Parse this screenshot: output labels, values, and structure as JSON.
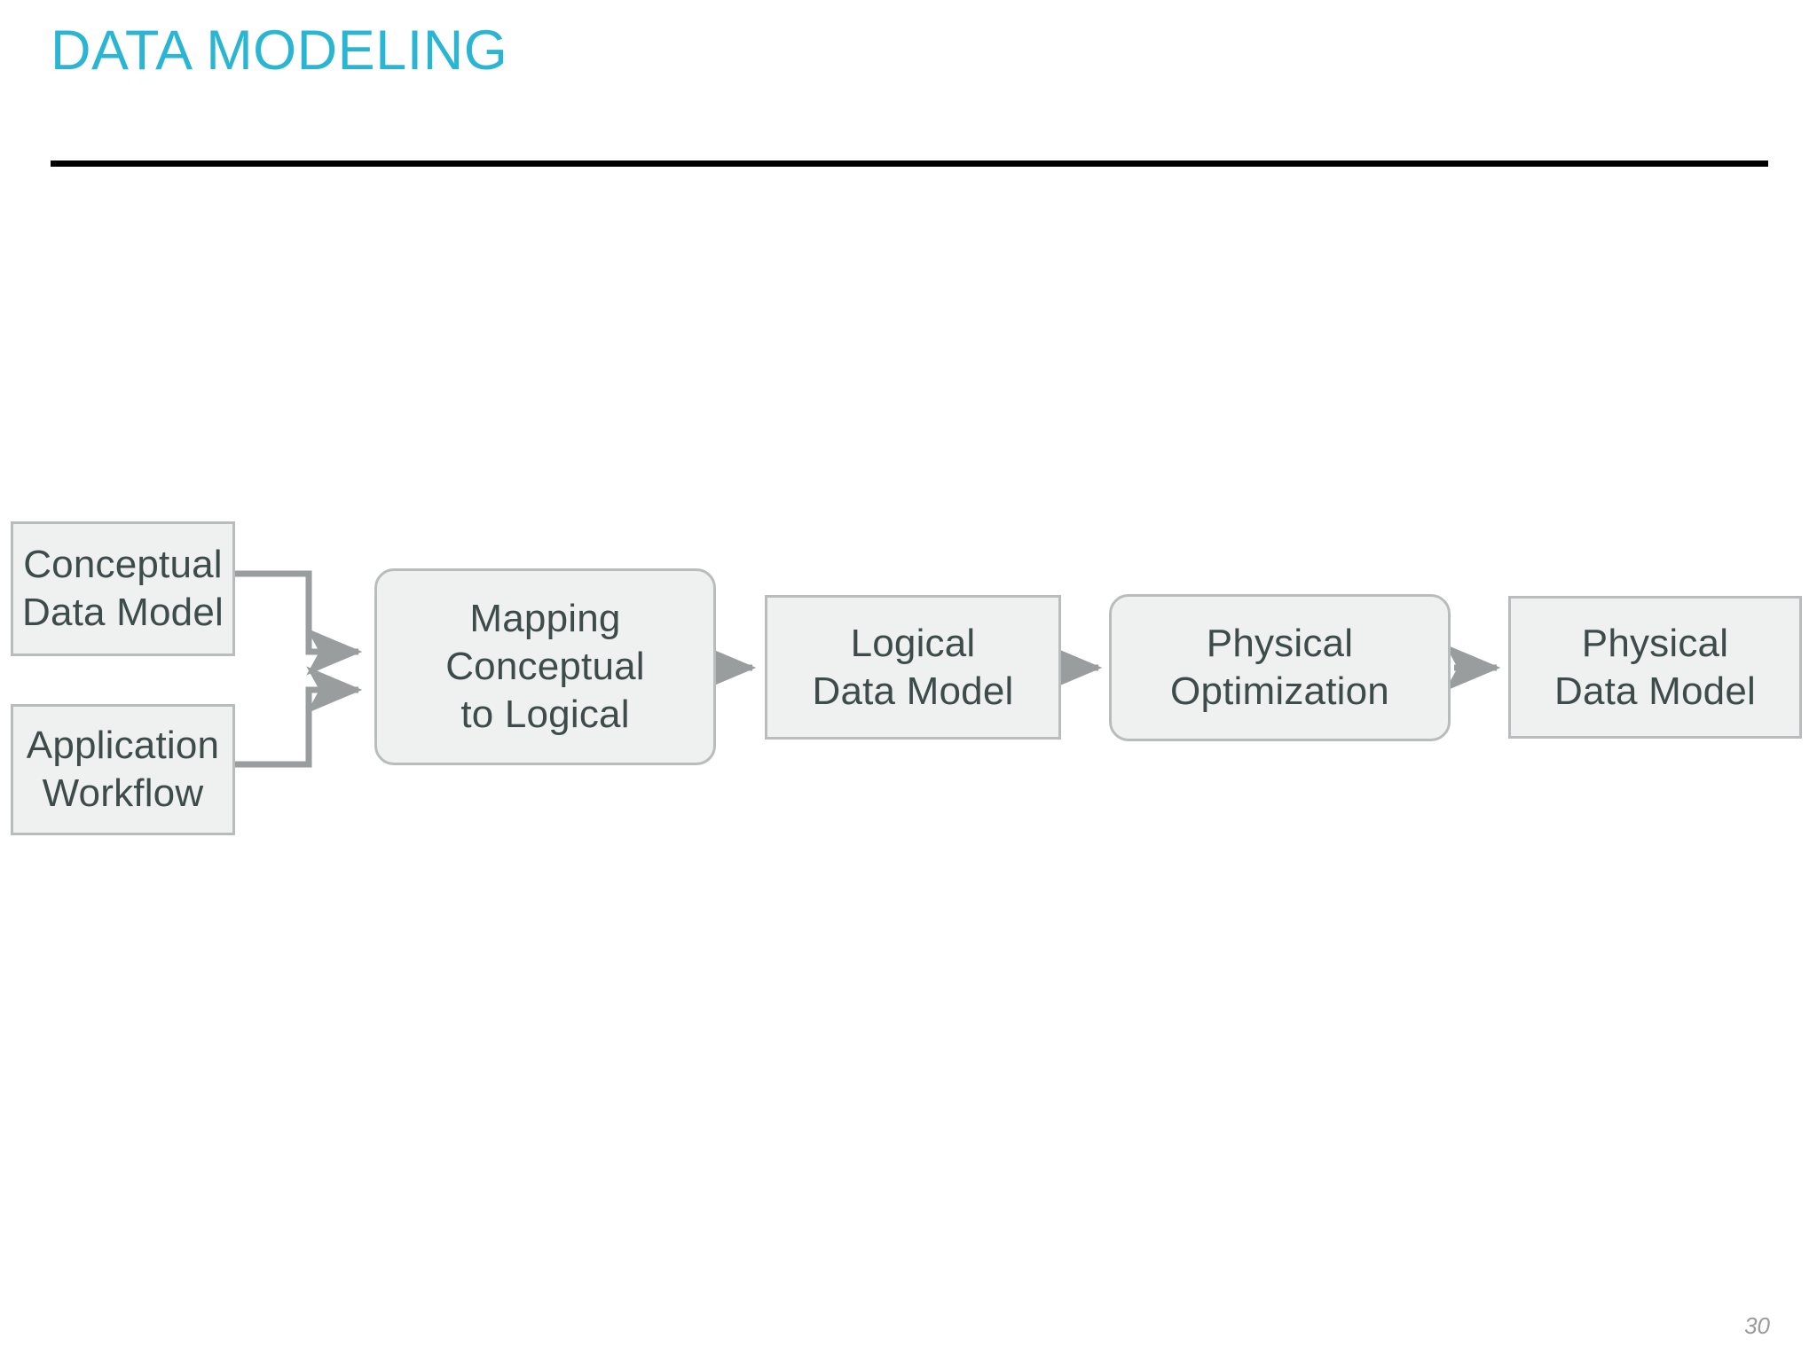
{
  "slide": {
    "title": "DATA MODELING",
    "page_number": "30",
    "title_color": "#2ab6d3",
    "rule_color": "#000000"
  },
  "diagram": {
    "type": "flowchart",
    "node_fill": "#eff0f0",
    "node_border": "#b9bcbd",
    "node_text_color": "#3e4b4b",
    "connector_color": "#9a9d9e",
    "nodes": [
      {
        "id": "conceptual",
        "label": "Conceptual\nData Model",
        "shape": "rectangle"
      },
      {
        "id": "application",
        "label": "Application\nWorkflow",
        "shape": "rectangle"
      },
      {
        "id": "mapping",
        "label": "Mapping\nConceptual\nto Logical",
        "shape": "rounded-rectangle"
      },
      {
        "id": "logical",
        "label": "Logical\nData Model",
        "shape": "rectangle"
      },
      {
        "id": "physical_opt",
        "label": "Physical\nOptimization",
        "shape": "rounded-rectangle"
      },
      {
        "id": "physical_model",
        "label": "Physical\nData Model",
        "shape": "rectangle"
      }
    ],
    "edges": [
      {
        "from": "conceptual",
        "to": "mapping",
        "style": "elbow-arrow"
      },
      {
        "from": "application",
        "to": "mapping",
        "style": "elbow-arrow"
      },
      {
        "from": "mapping",
        "to": "logical",
        "style": "straight-arrow"
      },
      {
        "from": "logical",
        "to": "physical_opt",
        "style": "straight-arrow"
      },
      {
        "from": "physical_opt",
        "to": "physical_model",
        "style": "straight-arrow"
      }
    ]
  }
}
